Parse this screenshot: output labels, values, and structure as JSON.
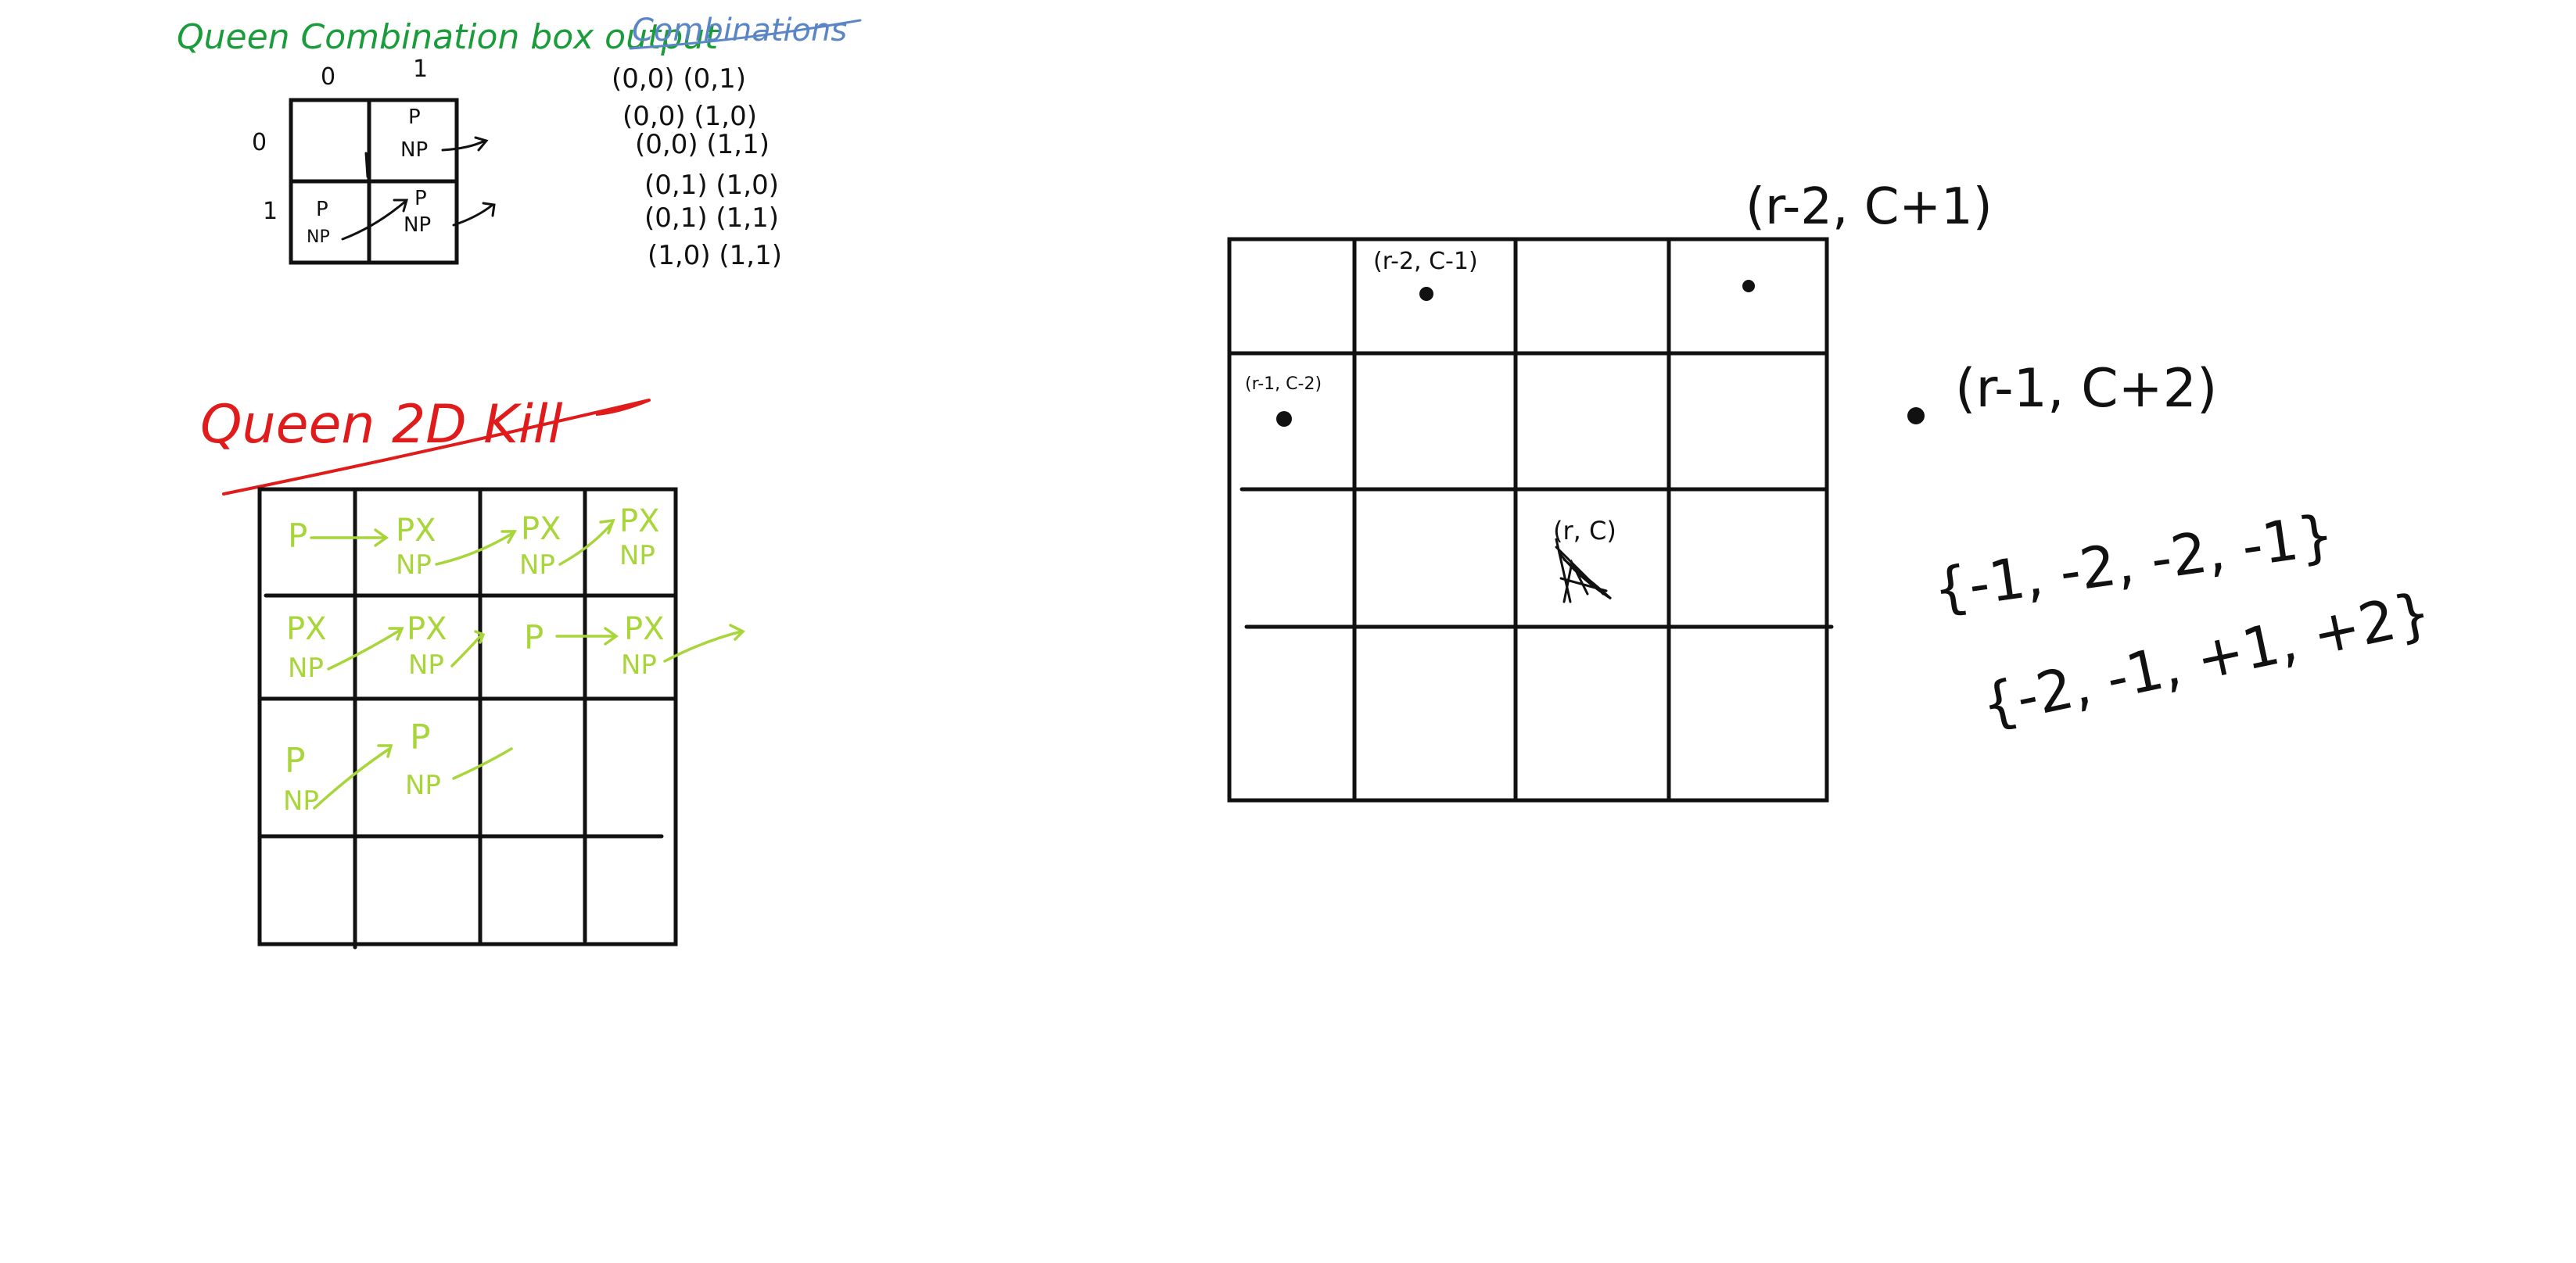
{
  "section1": {
    "title": "Queen Combination box output",
    "combinations_label": "Combinations",
    "col_headers": [
      "0",
      "1"
    ],
    "row_headers": [
      "0",
      "1"
    ],
    "cells": {
      "c01_top": "P",
      "c01_bottom": "NP",
      "c10_top": "P",
      "c10_bottom": "NP",
      "c11_top": "P",
      "c11_bottom": "NP"
    },
    "pairs": [
      "(0,0) (0,1)",
      "(0,0) (1,0)",
      "(0,0) (1,1)",
      "(0,1) (1,0)",
      "(0,1) (1,1)",
      "(1,0) (1,1)"
    ]
  },
  "section2": {
    "title": "Queen 2D Kill",
    "row1": [
      "P",
      "PX",
      "NP",
      "PX",
      "NP",
      "PX",
      "NP"
    ],
    "row2": [
      "PX",
      "NP",
      "PX",
      "NP",
      "P",
      "PX",
      "NP"
    ],
    "row3": [
      "P",
      "NP",
      "P",
      "NP"
    ]
  },
  "section3": {
    "top_right_label": "(r-2, C+1)",
    "cell_label_top": "(r-2, C-1)",
    "cell_label_left": "(r-1, C-2)",
    "center_label": "(r, C)",
    "right_label": "(r-1, C+2)",
    "set1": "{-1, -2, -2, -1}",
    "set2": "{-2, -1, +1, +2}"
  }
}
